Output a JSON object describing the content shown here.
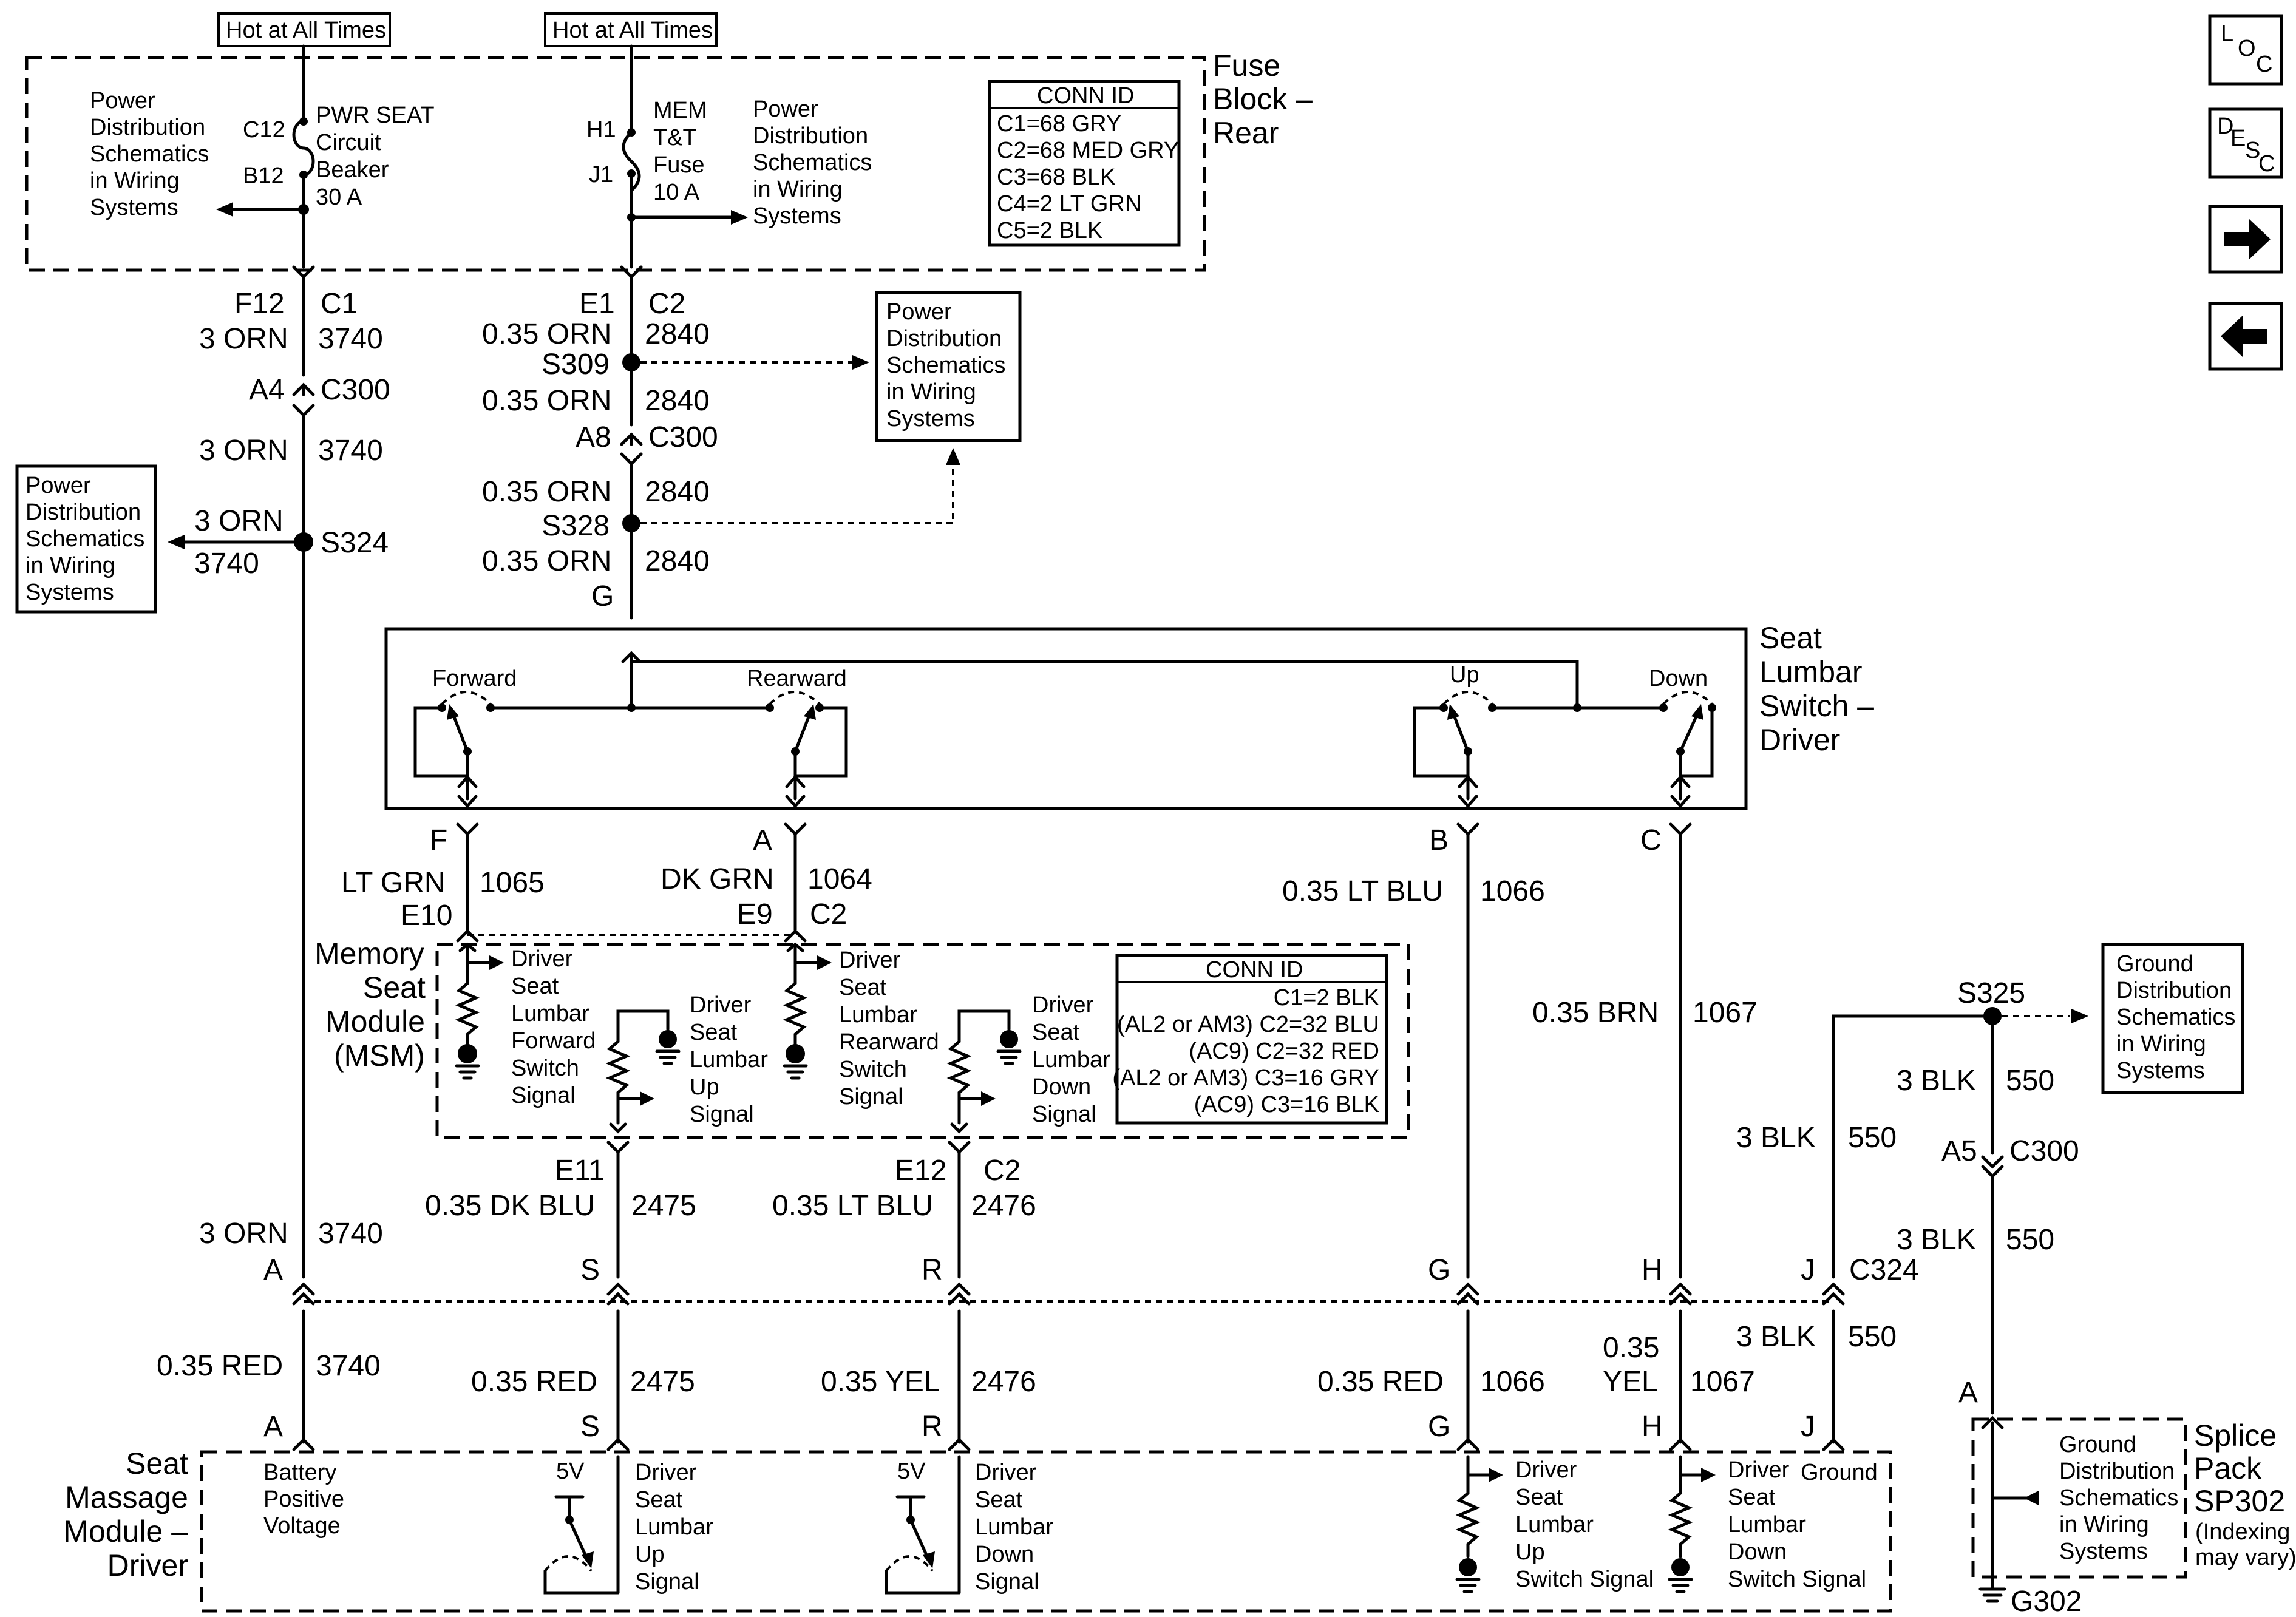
{
  "fuse_block": {
    "title": [
      "Fuse",
      "Block –",
      "Rear"
    ],
    "hot1": "Hot at All Times",
    "hot2": "Hot at All Times",
    "pd_left": [
      "Power",
      "Distribution",
      "Schematics",
      "in Wiring",
      "Systems"
    ],
    "pd_mid": [
      "Power",
      "Distribution",
      "Schematics",
      "in Wiring",
      "Systems"
    ],
    "c12": "C12",
    "b12": "B12",
    "cb": [
      "PWR SEAT",
      "Circuit",
      "Beaker",
      "30 A"
    ],
    "h1": "H1",
    "j1": "J1",
    "fuse": [
      "MEM",
      "T&T",
      "Fuse",
      "10 A"
    ],
    "conn_title": "CONN ID",
    "conn": [
      "C1=68 GRY",
      "C2=68 MED GRY",
      "C3=68 BLK",
      "C4=2 LT GRN",
      "C5=2 BLK"
    ]
  },
  "wires": {
    "f12": "F12",
    "c1": "C1",
    "w3orn_a": "3 ORN",
    "n3740_a": "3740",
    "a4": "A4",
    "c300_a": "C300",
    "w3orn_b": "3 ORN",
    "n3740_b": "3740",
    "w3orn_c": "3 ORN",
    "n3740_c": "3740",
    "s324": "S324",
    "e1": "E1",
    "c2": "C2",
    "orn1": "0.35 ORN",
    "n2840_1": "2840",
    "s309": "S309",
    "orn2": "0.35 ORN",
    "n2840_2": "2840",
    "a8": "A8",
    "c300_b": "C300",
    "orn3": "0.35 ORN",
    "n2840_3": "2840",
    "s328": "S328",
    "orn4": "0.35 ORN",
    "n2840_4": "2840",
    "g": "G",
    "pd_s309": [
      "Power",
      "Distribution",
      "Schematics",
      "in Wiring",
      "Systems"
    ],
    "pd_s324": [
      "Power",
      "Distribution",
      "Schematics",
      "in Wiring",
      "Systems"
    ]
  },
  "switch": {
    "title": [
      "Seat",
      "Lumbar",
      "Switch –",
      "Driver"
    ],
    "forward": "Forward",
    "rearward": "Rearward",
    "up": "Up",
    "down": "Down",
    "pin_f": "F",
    "pin_a": "A",
    "pin_b": "B",
    "pin_c": "C",
    "ltgrn": "LT GRN",
    "n1065": "1065",
    "dkgrn": "DK GRN",
    "n1064": "1064",
    "ltblu": "0.35 LT BLU",
    "n1066": "1066",
    "brn": "0.35 BRN",
    "n1067": "1067",
    "e10": "E10",
    "e9": "E9",
    "c2": "C2"
  },
  "msm": {
    "title": [
      "Memory",
      "Seat",
      "Module",
      "(MSM)"
    ],
    "fwd": [
      "Driver",
      "Seat",
      "Lumbar",
      "Forward",
      "Switch",
      "Signal"
    ],
    "up": [
      "Driver",
      "Seat",
      "Lumbar",
      "Up",
      "Signal"
    ],
    "rwd": [
      "Driver",
      "Seat",
      "Lumbar",
      "Rearward",
      "Switch",
      "Signal"
    ],
    "down": [
      "Driver",
      "Seat",
      "Lumbar",
      "Down",
      "Signal"
    ],
    "conn_title": "CONN ID",
    "conn": [
      "C1=2 BLK",
      "(AL2 or AM3) C2=32 BLU",
      "(AC9) C2=32 RED",
      "(AL2 or AM3) C3=16 GRY",
      "(AC9) C3=16 BLK"
    ],
    "e11": "E11",
    "e12": "E12",
    "c2": "C2",
    "dkblu": "0.35 DK BLU",
    "n2475": "2475",
    "ltblu": "0.35 LT BLU",
    "n2476": "2476"
  },
  "ground": {
    "s325": "S325",
    "pd": [
      "Ground",
      "Distribution",
      "Schematics",
      "in Wiring",
      "Systems"
    ],
    "blk1": "3 BLK",
    "n550_1": "550",
    "blk2": "3 BLK",
    "n550_2": "550",
    "a5": "A5",
    "c300": "C300",
    "blk3": "3 BLK",
    "n550_3": "550",
    "blk4": "3 BLK",
    "n550_4": "550",
    "c324": "C324",
    "pin_a": "A",
    "splice_title": [
      "Splice",
      "Pack",
      "SP302"
    ],
    "splice_note": [
      "(Indexing",
      "may vary)"
    ],
    "splice_pd": [
      "Ground",
      "Distribution",
      "Schematics",
      "in Wiring",
      "Systems"
    ],
    "g302": "G302"
  },
  "c324_row": {
    "orn": "3 ORN",
    "n3740": "3740",
    "pin_a": "A",
    "pin_s": "S",
    "pin_r": "R",
    "pin_g": "G",
    "pin_h": "H",
    "pin_j": "J"
  },
  "lower": {
    "red1": "0.35 RED",
    "n3740": "3740",
    "red2": "0.35 RED",
    "n2475": "2475",
    "yel1": "0.35 YEL",
    "n2476": "2476",
    "red3": "0.35 RED",
    "n1066": "1066",
    "yel2a": "0.35",
    "yel2b": "YEL",
    "n1067": "1067",
    "blk": "3 BLK",
    "n550": "550",
    "pin_a": "A",
    "pin_s": "S",
    "pin_r": "R",
    "pin_g": "G",
    "pin_h": "H",
    "pin_j": "J"
  },
  "massage": {
    "title": [
      "Seat",
      "Massage",
      "Module –",
      "Driver"
    ],
    "batt": [
      "Battery",
      "Positive",
      "Voltage"
    ],
    "v5a": "5V",
    "v5b": "5V",
    "up": [
      "Driver",
      "Seat",
      "Lumbar",
      "Up",
      "Signal"
    ],
    "down": [
      "Driver",
      "Seat",
      "Lumbar",
      "Down",
      "Signal"
    ],
    "up_sw": [
      "Driver",
      "Seat",
      "Lumbar",
      "Up",
      "Switch Signal"
    ],
    "down_sw": [
      "Driver",
      "Seat",
      "Lumbar",
      "Down",
      "Switch Signal"
    ],
    "ground": "Ground"
  },
  "nav": {
    "loc": [
      "L",
      "O",
      "C"
    ],
    "desc": [
      "D",
      "E",
      "S",
      "C"
    ]
  }
}
